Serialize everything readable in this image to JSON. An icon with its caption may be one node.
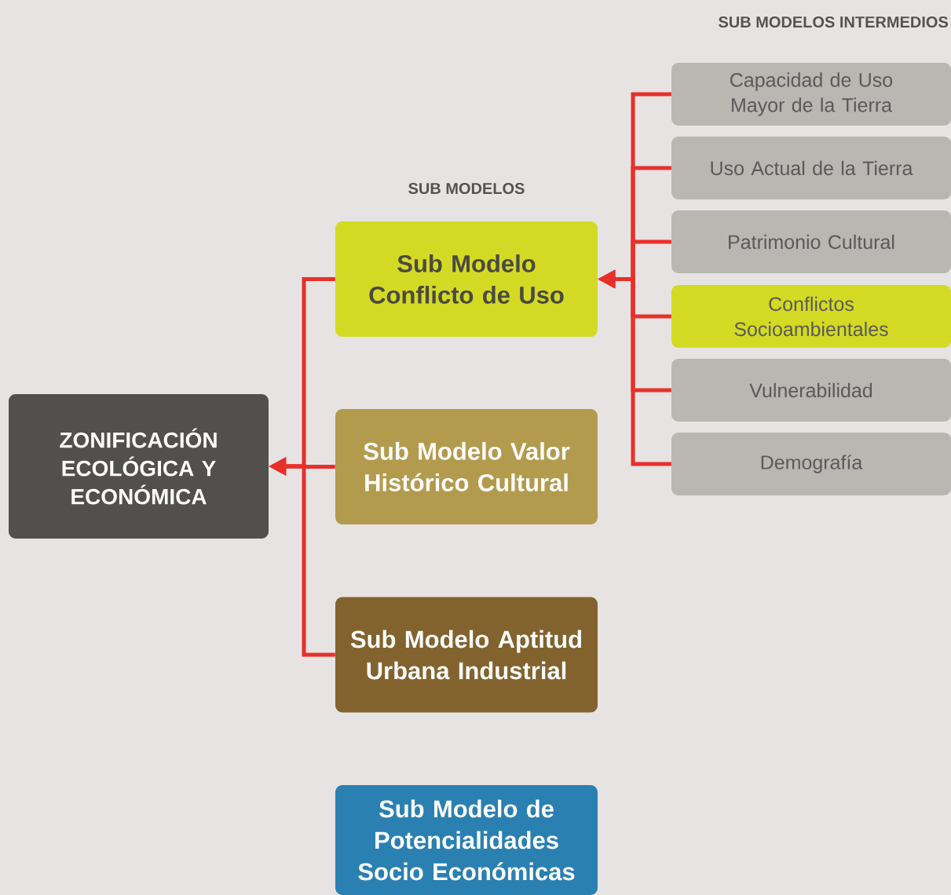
{
  "diagram": {
    "nodes": [
      {
        "text": [
          "ZONIFICACIÓN ECOLÓGICA Y ECONÓMICA"
        ]
      },
      {
        "text": [
          "Sub Modelo Conflicto de Uso"
        ]
      },
      {
        "text": [
          "Sub Modelo Valor Histórico Cultural"
        ]
      },
      {
        "text": [
          "Sub Modelo Aptitud Urbana Industrial"
        ]
      },
      {
        "text": [
          "Sub Modelo de Potencialidades Socio Económicas"
        ]
      },
      {
        "text": [
          "Capacidad de Uso Mayor de la Tierra"
        ]
      },
      {
        "text": [
          "Uso Actual de la Tierra"
        ]
      },
      {
        "text": [
          "Patrimonio Cultural"
        ]
      },
      {
        "text": [
          "Conflictos Socioambientales"
        ]
      },
      {
        "text": [
          "Vulnerabilidad"
        ]
      },
      {
        "text": [
          "Demografía"
        ]
      }
    ],
    "edges": [
      {
        "from": 1,
        "to": 0,
        "arrow": "to"
      },
      {
        "from": 2,
        "to": 0,
        "arrow": "to"
      },
      {
        "from": 3,
        "to": 0,
        "arrow": "to"
      },
      {
        "from": 5,
        "to": 1,
        "arrow": "to"
      },
      {
        "from": 6,
        "to": 1,
        "arrow": "to"
      },
      {
        "from": 7,
        "to": 1,
        "arrow": "to"
      },
      {
        "from": 8,
        "to": 1,
        "arrow": "to"
      },
      {
        "from": 9,
        "to": 1,
        "arrow": "to"
      },
      {
        "from": 10,
        "to": 1,
        "arrow": "to"
      }
    ],
    "labels": [
      "SUB MODELOS INTERMEDIOS",
      "SUB MODELOS"
    ]
  }
}
